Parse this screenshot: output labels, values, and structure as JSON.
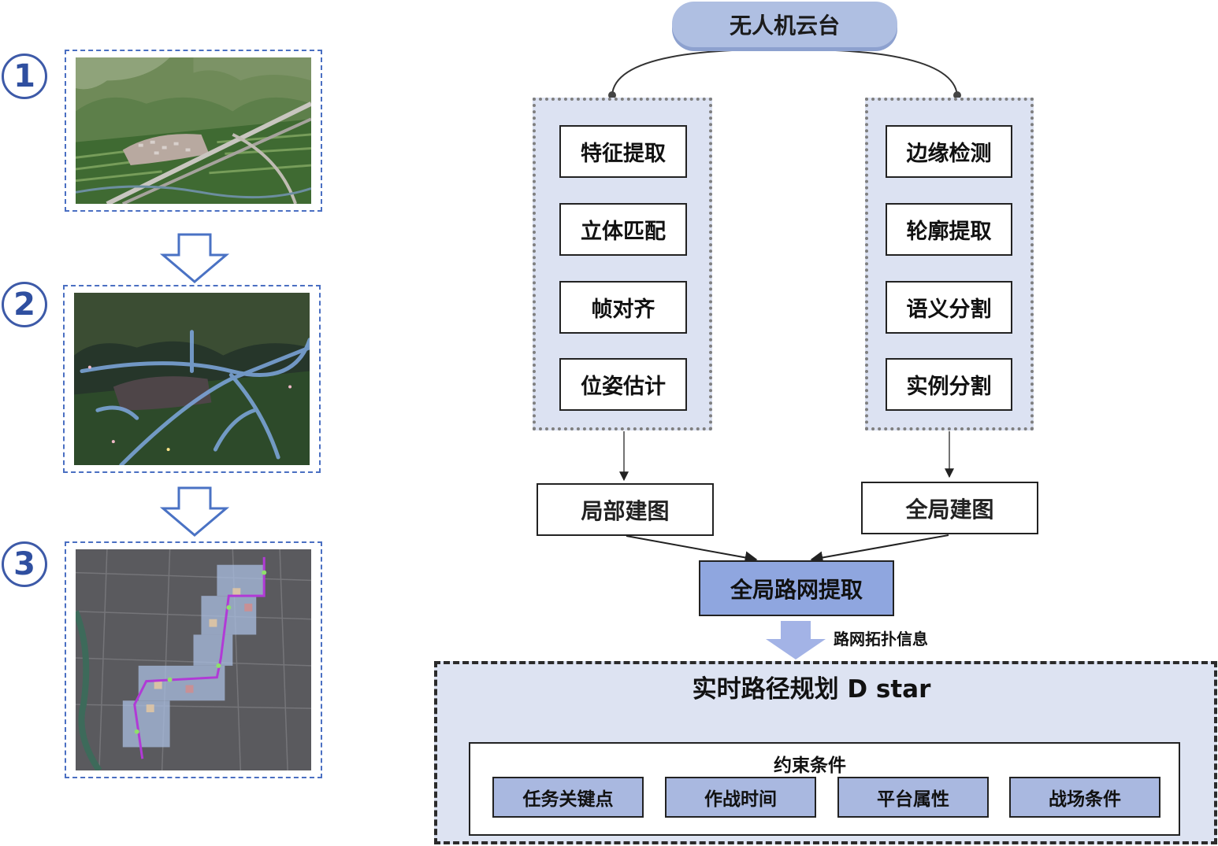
{
  "left_column": {
    "steps": [
      {
        "number": "1",
        "image": "aerial-valley-photo"
      },
      {
        "number": "2",
        "image": "road-network-overlay-photo"
      },
      {
        "number": "3",
        "image": "city-path-grid-photo"
      }
    ],
    "arrow_icon": "down-hollow-arrow-icon"
  },
  "flowchart": {
    "top": "无人机云台",
    "left_branch": [
      "特征提取",
      "立体匹配",
      "帧对齐",
      "位姿估计"
    ],
    "right_branch": [
      "边缘检测",
      "轮廓提取",
      "语义分割",
      "实例分割"
    ],
    "local_map": "局部建图",
    "global_map": "全局建图",
    "road_extraction": "全局路网提取",
    "topology_label": "路网拓扑信息",
    "planning_title": "实时路径规划 D star",
    "constraints": {
      "title": "约束条件",
      "items": [
        "任务关键点",
        "作战时间",
        "平台属性",
        "战场条件"
      ]
    }
  },
  "colors": {
    "pill": "#afbfe2",
    "group_fill": "#dce2f2",
    "main_box": "#8fa6df",
    "hollow_arrow": "#4a72c4",
    "flow_arrow": "#a3b3e6"
  }
}
